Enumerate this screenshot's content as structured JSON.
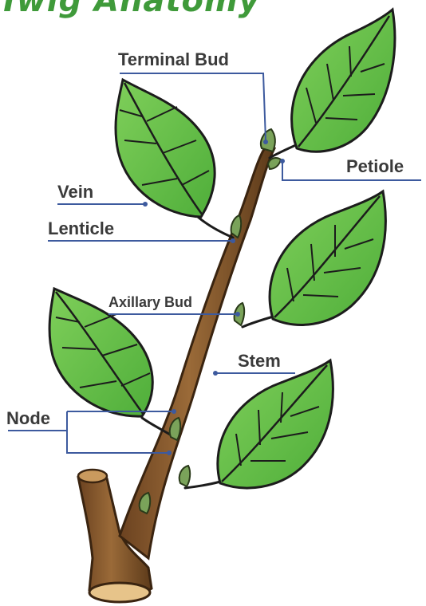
{
  "header": {
    "title": "Twig Anatomy"
  },
  "labels": {
    "terminal_bud": "Terminal Bud",
    "petiole": "Petiole",
    "vein": "Vein",
    "lenticle": "Lenticle",
    "axillary_bud": "Axillary Bud",
    "stem": "Stem",
    "node": "Node"
  },
  "colors": {
    "leaf_fill": "#62bf45",
    "leaf_light": "#8ed36a",
    "leaf_outline": "#1c1c1c",
    "stem": "#8b5a2b",
    "stem_dark": "#5c3a1a",
    "bud": "#6f9a55",
    "pointer_line": "#3d5a9e",
    "label_text": "#3a3a3a",
    "title": "#3f9a3a"
  }
}
